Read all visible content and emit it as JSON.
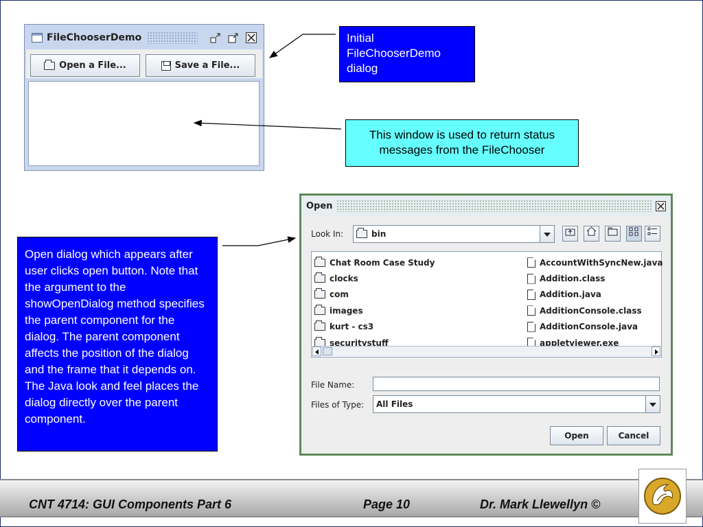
{
  "demo_window": {
    "title": "FileChooserDemo",
    "open_button_label": "Open a File...",
    "save_button_label": "Save a File..."
  },
  "open_dialog": {
    "title": "Open",
    "look_in_label": "Look In:",
    "look_in_value": "bin",
    "folders": [
      "Chat Room Case Study",
      "clocks",
      "com",
      "images",
      "kurt - cs3",
      "securitystuff"
    ],
    "files": [
      "AccountWithSyncNew.java",
      "Addition.class",
      "Addition.java",
      "AdditionConsole.class",
      "AdditionConsole.java",
      "appletviewer.exe"
    ],
    "file_name_label": "File Name:",
    "file_name_value": "",
    "files_of_type_label": "Files of Type:",
    "files_of_type_value": "All Files",
    "open_button_label": "Open",
    "cancel_button_label": "Cancel"
  },
  "callouts": {
    "initial_dialog": "Initial FileChooserDemo dialog",
    "status_window": "This window is used to return status messages from the FileChooser",
    "open_dialog_note": "Open dialog which appears after user clicks open button. Note that the argument to the showOpenDialog method specifies the parent component for the dialog.  The parent component affects the position of the dialog and the frame that it depends on.  The Java look and feel places the dialog directly over the parent component."
  },
  "footer": {
    "course": "CNT 4714: GUI Components Part 6",
    "page": "Page 10",
    "author": "Dr. Mark Llewellyn ©"
  },
  "colors": {
    "callout_blue": "#0000ff",
    "callout_cyan": "#66ffff",
    "dialog_border_green": "#5d8a5a"
  }
}
